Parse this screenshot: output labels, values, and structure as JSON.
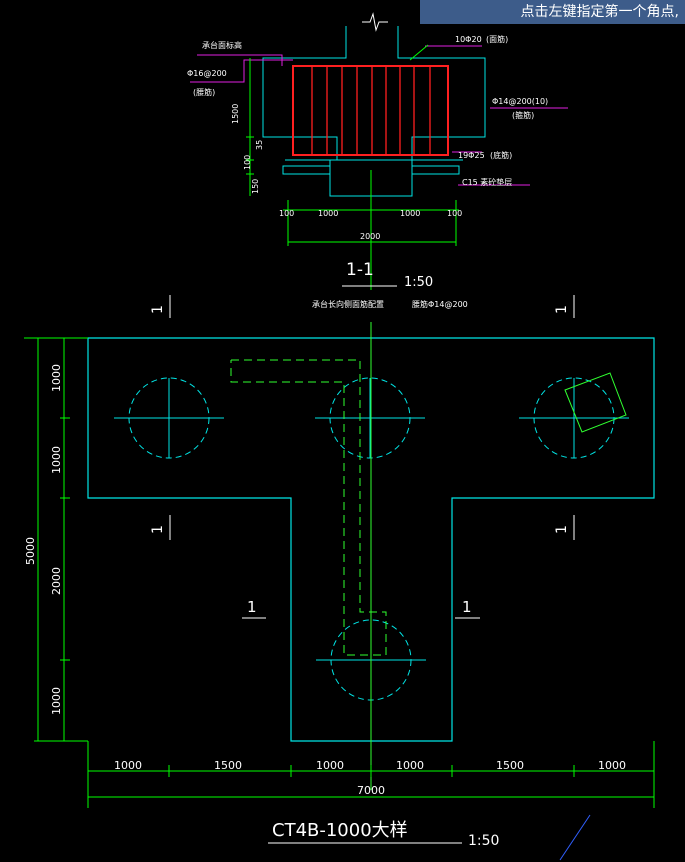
{
  "command_prompt": "点击左键指定第一个角点,",
  "colors": {
    "background": "#000000",
    "outline": "#00e5e5",
    "dimension": "#00ff00",
    "text": "#ffffff",
    "rebar": "#ff2020",
    "leader": "#e020e0",
    "axis": "#30ff30"
  },
  "section": {
    "title": "1-1",
    "scale": "1:50",
    "labels": {
      "top_elevation": "承台面标高",
      "stirrup_left": "Φ16@200",
      "stirrup_left_note": "(腰筋)",
      "top_bar": "10Φ20",
      "top_bar_note": "(面筋)",
      "side_bar": "Φ14@200(10)",
      "side_bar_note": "(箍筋)",
      "bottom_bar": "19Φ25",
      "bottom_bar_note": "(底筋)",
      "cushion": "C15 素砼垫层"
    },
    "dims_vertical": [
      "1500",
      "35",
      "100",
      "150"
    ],
    "dims_horizontal": [
      "100",
      "1000",
      "1000",
      "100"
    ],
    "dim_total": "2000"
  },
  "plan": {
    "note_left": "承台长向侧面筋配置",
    "note_right": "腰筋Φ14@200",
    "section_marks": [
      "1",
      "1",
      "1",
      "1",
      "1",
      "1"
    ],
    "dims_left": [
      "1000",
      "1000",
      "2000",
      "1000"
    ],
    "dim_left_total": "5000",
    "dims_bottom": [
      "1000",
      "1500",
      "1000",
      "1000",
      "1500",
      "1000"
    ],
    "dim_bottom_total": "7000",
    "title": "CT4B-1000大样",
    "scale": "1:50"
  }
}
